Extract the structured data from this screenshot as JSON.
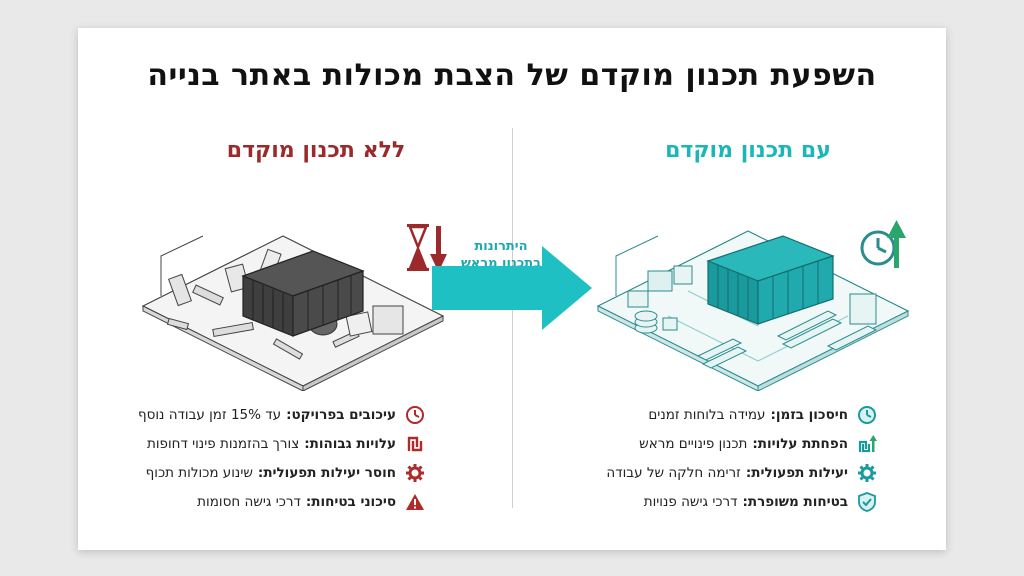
{
  "title": "השפעת תכנון מוקדם של הצבת מכולות באתר בנייה",
  "left": {
    "heading": "ללא תכנון מוקדם",
    "color": "#9c2a2a",
    "items": [
      {
        "bold": "עיכובים בפרויקט:",
        "text": "עד 15% זמן עבודה נוסף",
        "icon": "clock-icon"
      },
      {
        "bold": "עלויות גבוהות:",
        "text": "צורך בהזמנות פינוי דחופות",
        "icon": "shekel-icon"
      },
      {
        "bold": "חוסר יעילות תפעולית:",
        "text": "שינוע מכולות תכוף",
        "icon": "gear-icon"
      },
      {
        "bold": "סיכוני בטיחות:",
        "text": "דרכי גישה חסומות",
        "icon": "warning-icon"
      }
    ]
  },
  "arrow": {
    "line1": "היתרונות",
    "line2": "בתכנון מראש",
    "color": "#1fc0c4"
  },
  "right": {
    "heading": "עם תכנון מוקדם",
    "color": "#1ab6b8",
    "items": [
      {
        "bold": "חיסכון בזמן:",
        "text": "עמידה בלוחות זמנים",
        "icon": "clock-icon"
      },
      {
        "bold": "הפחתת עלויות:",
        "text": "תכנון פינויים מראש",
        "icon": "shekel-up-icon"
      },
      {
        "bold": "יעילות תפעולית:",
        "text": "זרימה חלקה של עבודה",
        "icon": "gear-icon"
      },
      {
        "bold": "בטיחות משופרת:",
        "text": "דרכי גישה פנויות",
        "icon": "shield-check-icon"
      }
    ]
  }
}
